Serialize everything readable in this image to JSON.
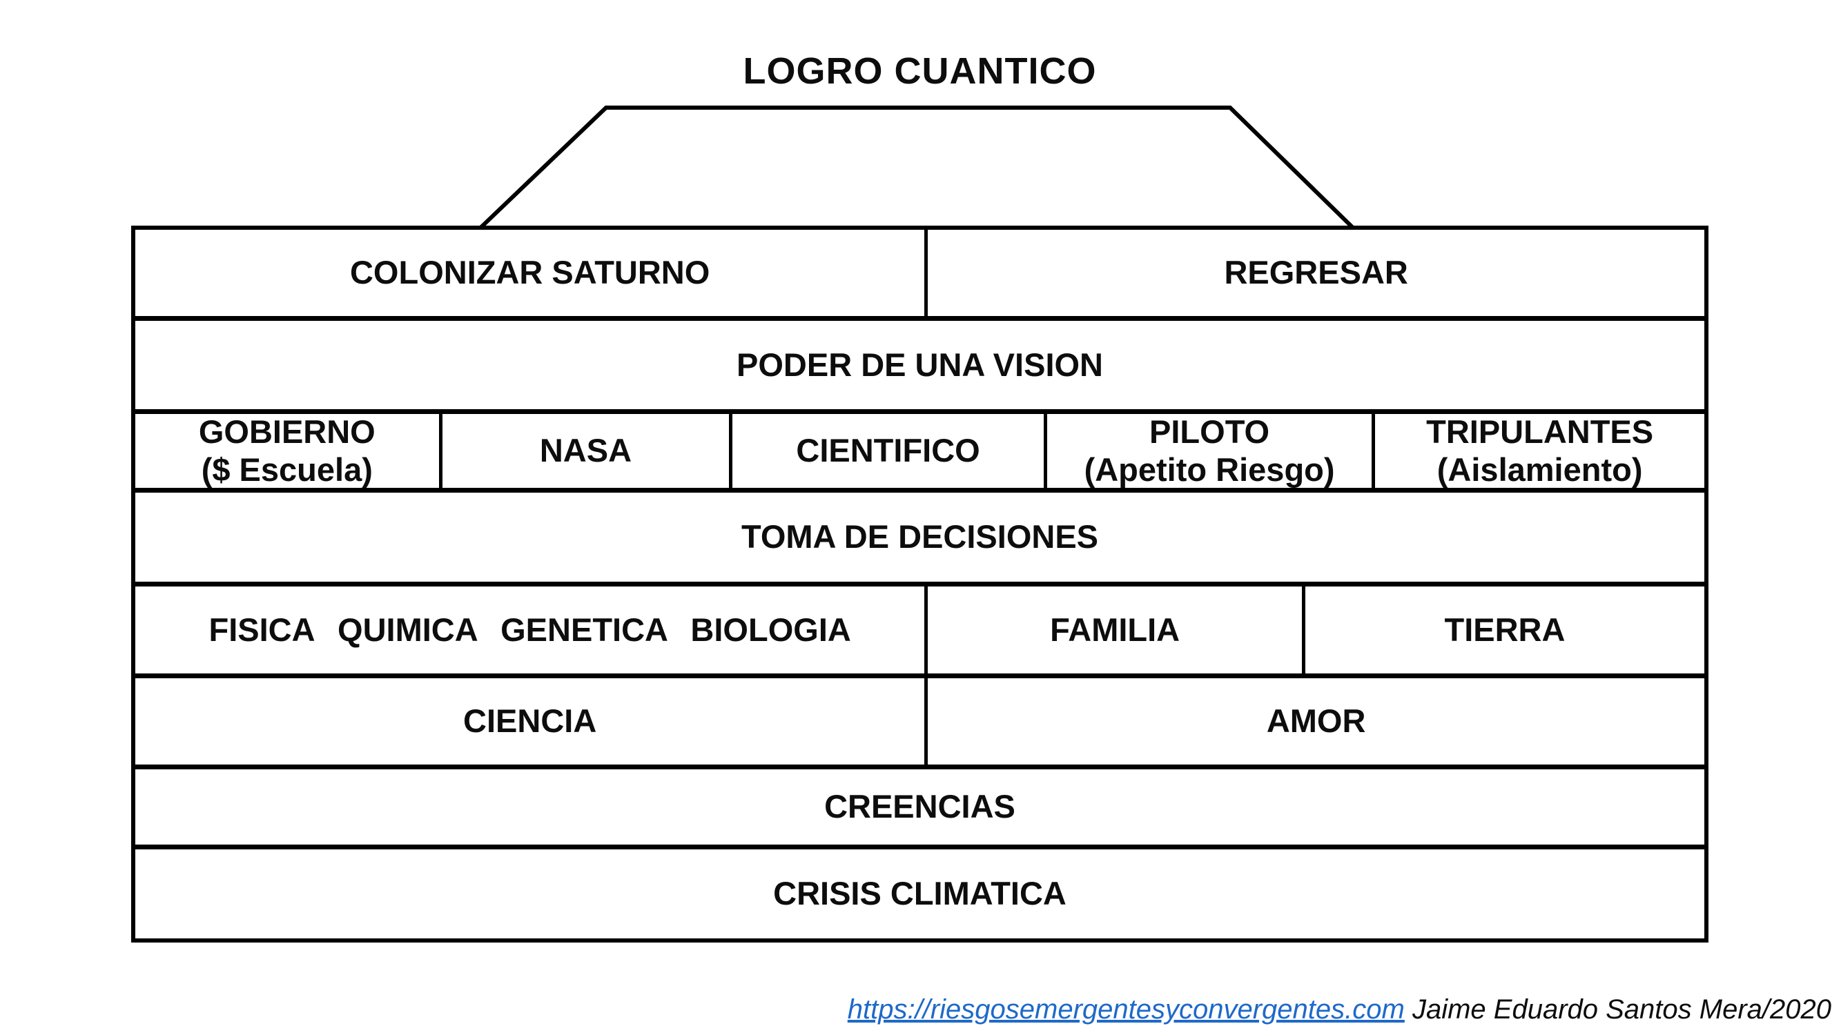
{
  "title": "LOGRO CUANTICO",
  "colors": {
    "line_black": "#000000",
    "link_blue": "#1E69C8",
    "background": "#ffffff"
  },
  "pyramid": {
    "rows": [
      {
        "cells": [
          {
            "label": "COLONIZAR SATURNO"
          },
          {
            "label": "REGRESAR"
          }
        ]
      },
      {
        "cells": [
          {
            "label": "PODER DE UNA VISION"
          }
        ]
      },
      {
        "cells": [
          {
            "label": "GOBIERNO",
            "sub": "($ Escuela)"
          },
          {
            "label": "NASA"
          },
          {
            "label": "CIENTIFICO"
          },
          {
            "label": "PILOTO",
            "sub": "(Apetito Riesgo)"
          },
          {
            "label": "TRIPULANTES",
            "sub": "(Aislamiento)"
          }
        ]
      },
      {
        "cells": [
          {
            "label": "TOMA DE DECISIONES"
          }
        ]
      },
      {
        "cells": [
          {
            "label": "FISICA QUIMICA GENETICA BIOLOGIA"
          },
          {
            "label": "FAMILIA"
          },
          {
            "label": "TIERRA"
          }
        ]
      },
      {
        "cells": [
          {
            "label": "CIENCIA"
          },
          {
            "label": "AMOR"
          }
        ]
      },
      {
        "cells": [
          {
            "label": "CREENCIAS"
          }
        ]
      },
      {
        "cells": [
          {
            "label": "CRISIS CLIMATICA"
          }
        ]
      }
    ]
  },
  "footer": {
    "link": "https://riesgosemergentesyconvergentes.com",
    "author": " Jaime Eduardo Santos Mera/2020"
  }
}
